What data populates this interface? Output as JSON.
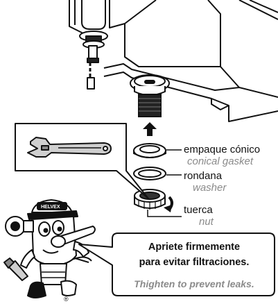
{
  "labels": {
    "gasket": {
      "es": "empaque cónico",
      "en": "conical gasket"
    },
    "washer": {
      "es": "rondana",
      "en": "washer"
    },
    "nut": {
      "es": "tuerca",
      "en": "nut"
    }
  },
  "callout": {
    "line1": "Apriete firmemente",
    "line2": "para evitar filtraciones.",
    "line3": "Thighten to prevent leaks."
  },
  "mascot": {
    "cap_text": "HELVEX",
    "trademark": "®"
  },
  "colors": {
    "stroke": "#111111",
    "accent_gray": "#8a8a8a",
    "tool_gray": "#cfcfcf",
    "background": "#ffffff"
  }
}
